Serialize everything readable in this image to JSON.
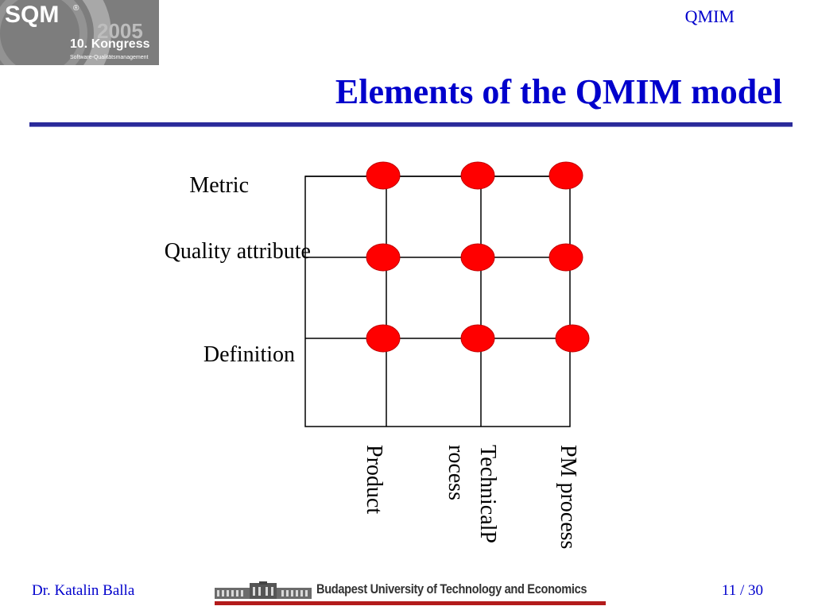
{
  "logo": {
    "brand": "SQM",
    "registered": "®",
    "year": "2005",
    "event": "10. Kongress",
    "subtitle": "Software-Qualitätsmanagement"
  },
  "header": {
    "label": "QMIM",
    "title": "Elements of the QMIM model"
  },
  "diagram": {
    "rows": [
      "Metric",
      "Quality attribute",
      "Definition"
    ],
    "columns": [
      "Product",
      "TechnicalP rocess",
      "PM process"
    ],
    "node_color": "#ff0000",
    "line_color": "#000000"
  },
  "footer": {
    "author": "Dr. Katalin Balla",
    "university": "Budapest University of Technology and Economics",
    "page": "11 / 30",
    "accent_color": "#b31b1b"
  },
  "colors": {
    "title": "#0000cc",
    "rule": "#2a2a9a"
  }
}
